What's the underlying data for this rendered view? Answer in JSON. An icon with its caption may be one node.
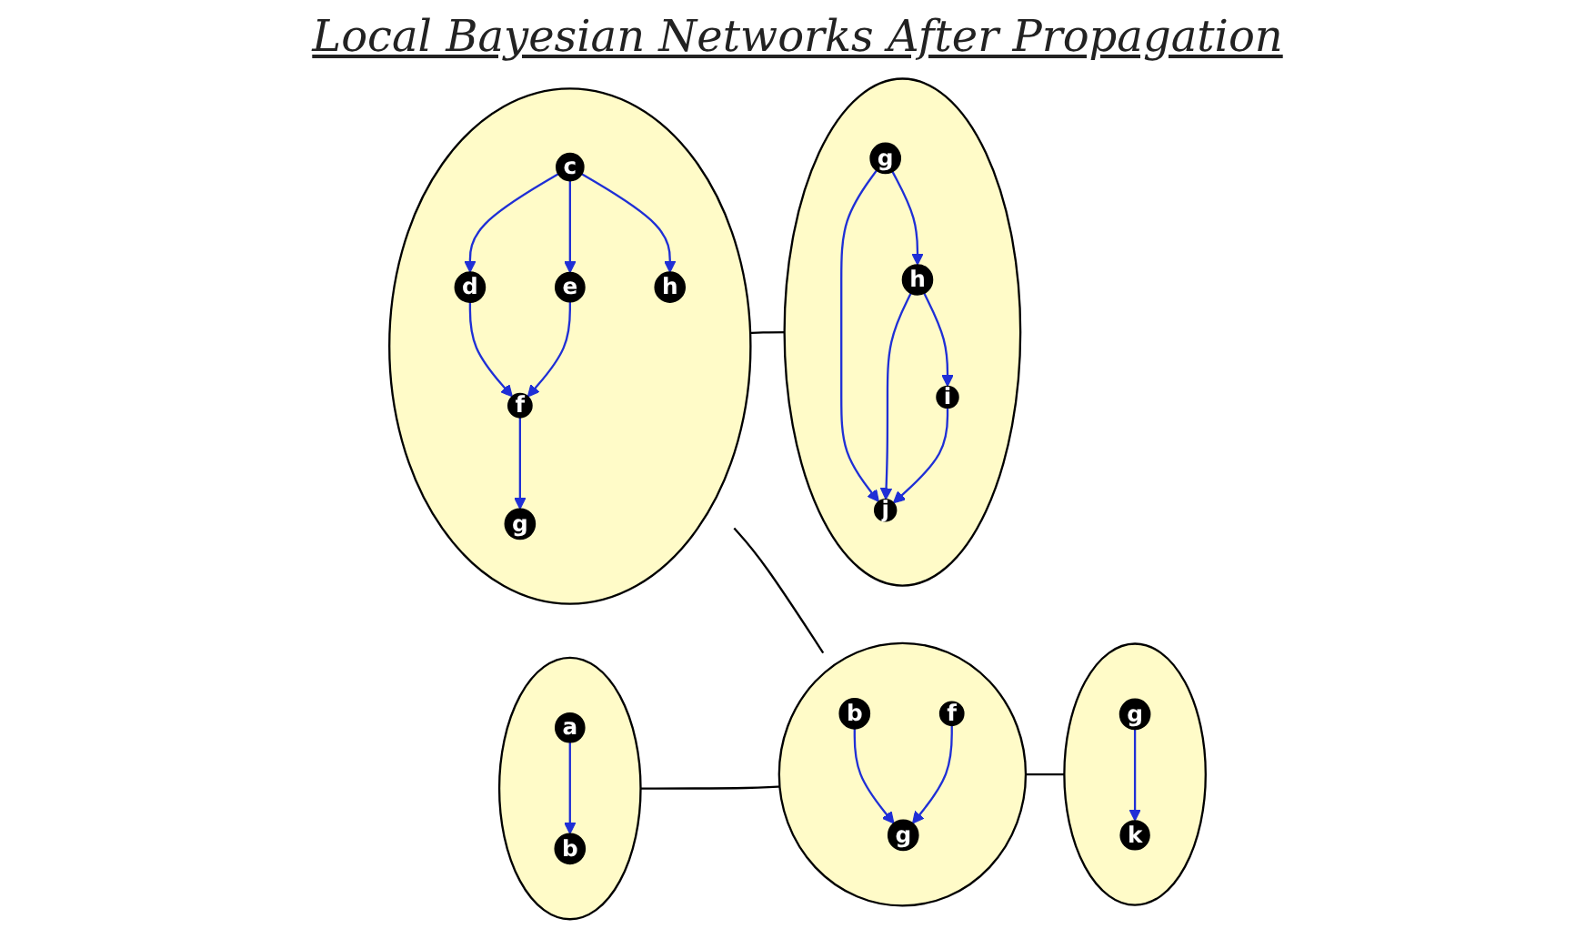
{
  "diagram": {
    "title": "Local Bayesian Networks After Propagation",
    "nodes": [
      {
        "text": [],
        "shape": "circle"
      },
      {
        "text": [
          "a"
        ],
        "in": 0
      },
      {
        "text": [
          "b"
        ],
        "in": 0
      },
      {
        "text": [],
        "shape": "circle"
      },
      {
        "text": [
          "c"
        ],
        "in": 3
      },
      {
        "text": [
          "d"
        ],
        "in": 3
      },
      {
        "text": [
          "e"
        ],
        "in": 3
      },
      {
        "text": [
          "h"
        ],
        "in": 3
      },
      {
        "text": [
          "f"
        ],
        "in": 3
      },
      {
        "text": [
          "g"
        ],
        "in": 3
      },
      {
        "text": [],
        "shape": "circle"
      },
      {
        "text": [
          "b"
        ],
        "in": 10
      },
      {
        "text": [
          "f"
        ],
        "in": 10
      },
      {
        "text": [
          "g"
        ],
        "in": 10
      },
      {
        "text": [],
        "shape": "circle"
      },
      {
        "text": [
          "g"
        ],
        "in": 14
      },
      {
        "text": [
          "k"
        ],
        "in": 14
      },
      {
        "text": [],
        "shape": "circle"
      },
      {
        "text": [
          "g"
        ],
        "in": 17
      },
      {
        "text": [
          "h"
        ],
        "in": 17
      },
      {
        "text": [
          "i"
        ],
        "in": 17
      },
      {
        "text": [
          "j"
        ],
        "in": 17
      }
    ],
    "edges": [
      {
        "from": 1,
        "to": 2,
        "arrow": "to"
      },
      {
        "from": 4,
        "to": 5,
        "arrow": "to"
      },
      {
        "from": 4,
        "to": 6,
        "arrow": "to"
      },
      {
        "from": 4,
        "to": 7,
        "arrow": "to"
      },
      {
        "from": 5,
        "to": 8,
        "arrow": "to"
      },
      {
        "from": 6,
        "to": 8,
        "arrow": "to"
      },
      {
        "from": 8,
        "to": 9,
        "arrow": "to"
      },
      {
        "from": 11,
        "to": 13,
        "arrow": "to"
      },
      {
        "from": 12,
        "to": 13,
        "arrow": "to"
      },
      {
        "from": 15,
        "to": 16,
        "arrow": "to"
      },
      {
        "from": 18,
        "to": 19,
        "arrow": "to"
      },
      {
        "from": 18,
        "to": 21,
        "arrow": "to"
      },
      {
        "from": 19,
        "to": 20,
        "arrow": "to"
      },
      {
        "from": 19,
        "to": 21,
        "arrow": "to"
      },
      {
        "from": 20,
        "to": 21,
        "arrow": "to"
      },
      {
        "from": 0,
        "to": 10,
        "arrow": "none",
        "color": "#000000"
      },
      {
        "from": 3,
        "to": 10,
        "arrow": "none",
        "color": "#000000"
      },
      {
        "from": 10,
        "to": 14,
        "arrow": "none",
        "color": "#000000"
      },
      {
        "from": 3,
        "to": 17,
        "arrow": "none",
        "color": "#000000"
      }
    ]
  }
}
